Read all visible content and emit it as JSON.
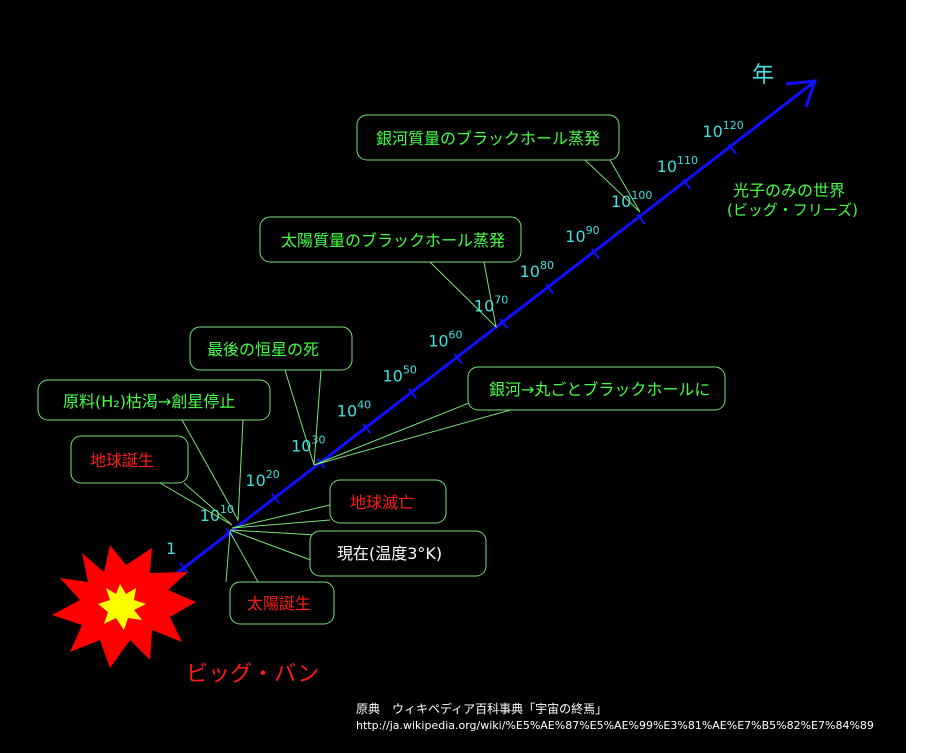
{
  "axis": {
    "unit": "年",
    "colors": {
      "axis": "#1010ff",
      "tick_label": "#3ee0e0"
    }
  },
  "ticks": [
    {
      "base": "1",
      "exp": ""
    },
    {
      "base": "10",
      "exp": "10"
    },
    {
      "base": "10",
      "exp": "20"
    },
    {
      "base": "10",
      "exp": "30"
    },
    {
      "base": "10",
      "exp": "40"
    },
    {
      "base": "10",
      "exp": "50"
    },
    {
      "base": "10",
      "exp": "60"
    },
    {
      "base": "10",
      "exp": "70"
    },
    {
      "base": "10",
      "exp": "80"
    },
    {
      "base": "10",
      "exp": "90"
    },
    {
      "base": "10",
      "exp": "100"
    },
    {
      "base": "10",
      "exp": "110"
    },
    {
      "base": "10",
      "exp": "120"
    }
  ],
  "callouts": {
    "galaxy_bh": "銀河質量のブラックホール蒸発",
    "solar_bh": "太陽質量のブラックホール蒸発",
    "last_star": "最後の恒星の死",
    "fuel_depletion": "原料(H₂)枯渇→創星停止",
    "galaxy_to_bh": "銀河→丸ごとブラックホールに",
    "earth_birth": "地球誕生",
    "earth_death": "地球滅亡",
    "present": "現在(温度3°K)",
    "sun_birth": "太陽誕生"
  },
  "photon_world": {
    "line1": "光子のみの世界",
    "line2": "(ビッグ・フリーズ)"
  },
  "big_bang": "ビッグ・バン",
  "source": {
    "line1": "原典　ウィキペディア百科事典「宇宙の終焉」",
    "line2": "http://ja.wikipedia.org/wiki/%E5%AE%87%E5%AE%99%E3%81%AE%E7%B5%82%E7%84%89"
  },
  "colors": {
    "background": "#000000",
    "box_border": "#7ae07a",
    "green_text": "#44ff44",
    "red_text": "#ff1a1a",
    "white_text": "#ffffff",
    "burst_outer": "#ff0000",
    "burst_inner": "#ffff00"
  }
}
